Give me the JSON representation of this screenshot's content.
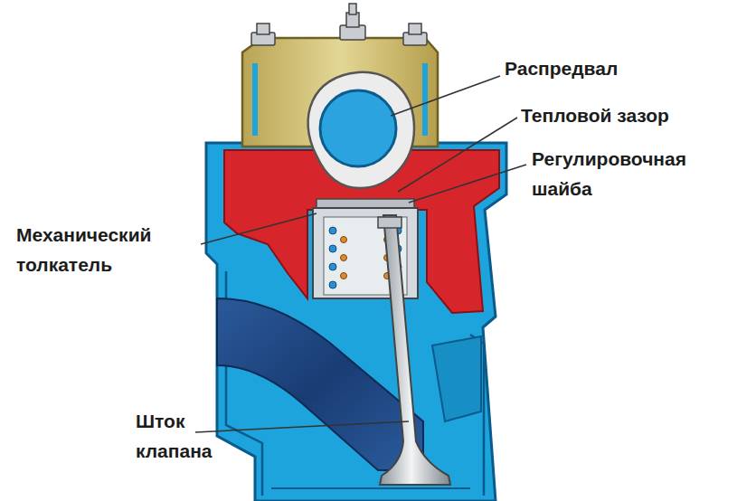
{
  "diagram": {
    "labels": [
      "Распредвал",
      "Тепловой зазор",
      "Регулировочная шайба",
      "Механический толкатель",
      "Шток клапана"
    ]
  }
}
